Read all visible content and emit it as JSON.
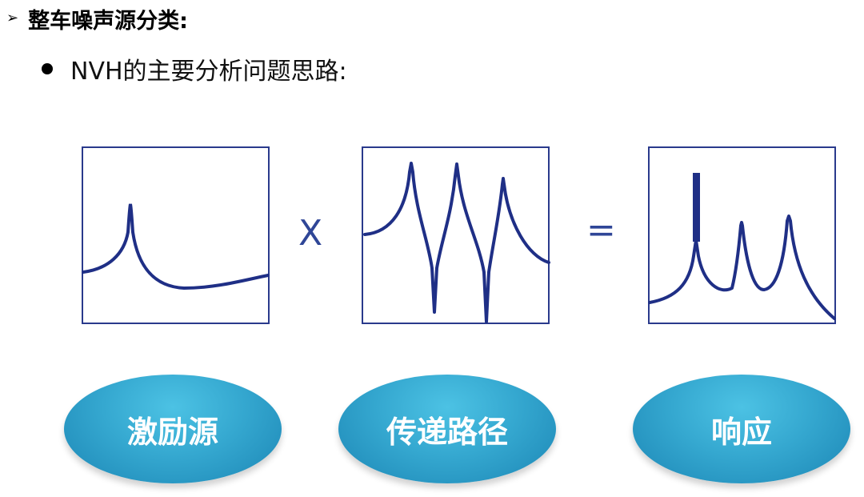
{
  "heading": {
    "marker": "➢",
    "text": "整车噪声源分类:"
  },
  "bullet": {
    "text": "NVH的主要分析问题思路:"
  },
  "operators": {
    "multiply": "X",
    "equals": "="
  },
  "stages": [
    {
      "label": "激励源"
    },
    {
      "label": "传递路径"
    },
    {
      "label": "响应"
    }
  ],
  "colors": {
    "curve": "#1f2f86",
    "frame": "#2a3a8c",
    "ellipse_light": "#4cc2e4",
    "ellipse_dark": "#1c86b5"
  }
}
